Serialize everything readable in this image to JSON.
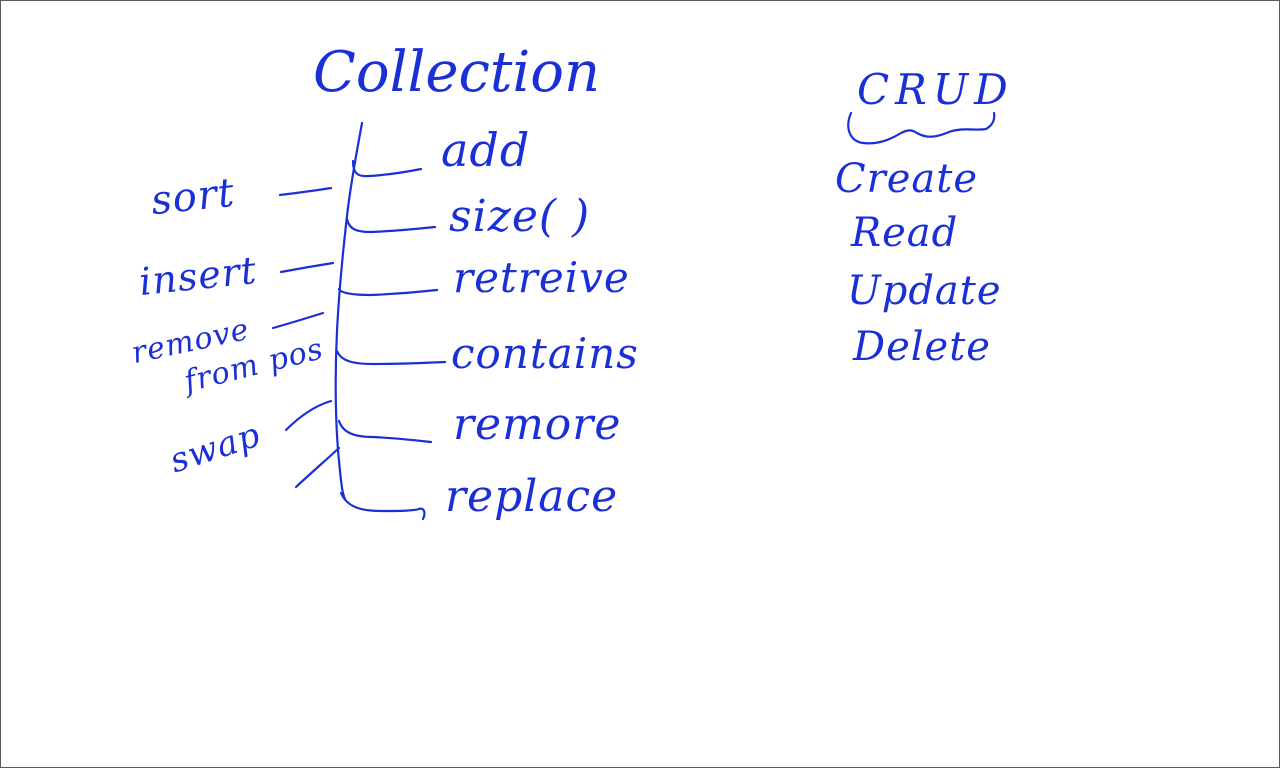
{
  "ink_color": "#1a2fd6",
  "board_background": "#ffffff",
  "collection": {
    "title": "Collection",
    "operations": [
      "add",
      "size( )",
      "retreive",
      "contains",
      "remore",
      "replace"
    ]
  },
  "extras": [
    "sort",
    "insert",
    "remove",
    "from pos",
    "swap"
  ],
  "crud": {
    "title": "CRUD",
    "items": [
      "Create",
      "Read",
      "Update",
      "Delete"
    ]
  }
}
